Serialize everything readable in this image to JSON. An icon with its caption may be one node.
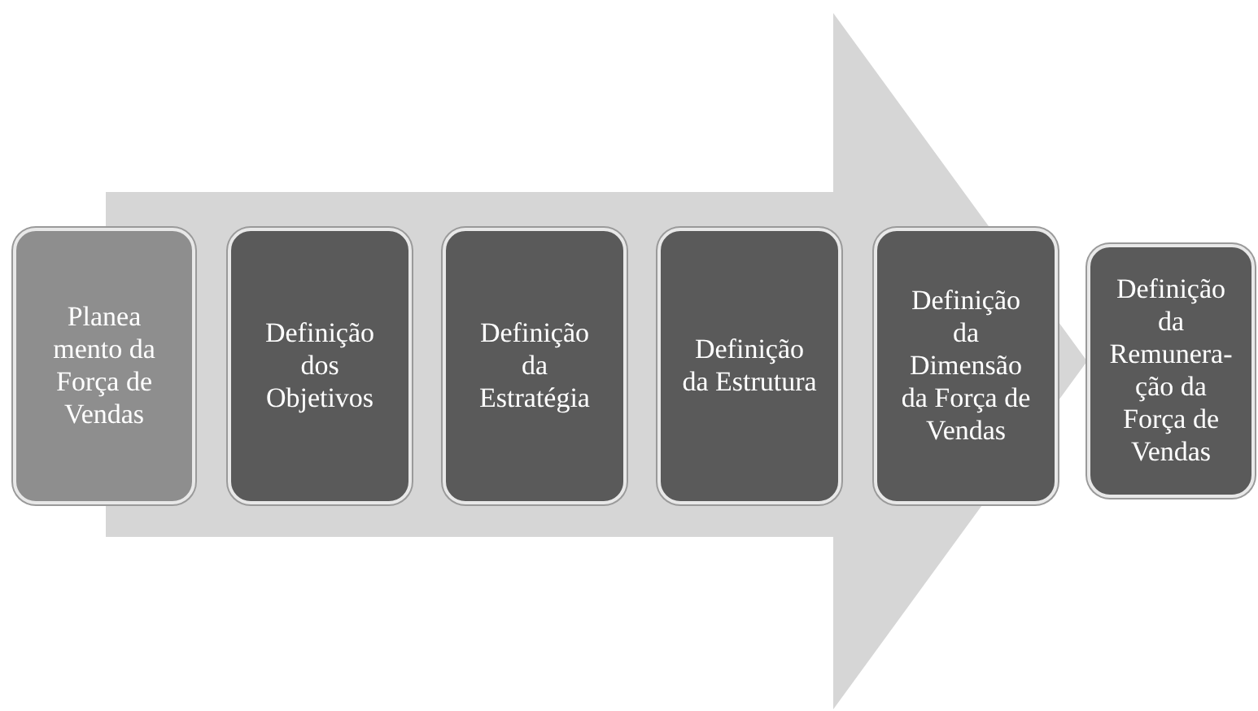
{
  "diagram": {
    "nodes": [
      {
        "text": [
          "Planea mento da Força de Vendas"
        ]
      },
      {
        "text": [
          "Definição dos Objetivos"
        ]
      },
      {
        "text": [
          "Definição da Estratégia"
        ]
      },
      {
        "text": [
          "Definição da Estrutura"
        ]
      },
      {
        "text": [
          "Definição da Dimensão da Força de Vendas"
        ]
      },
      {
        "text": [
          "Definição da Remunera- ção da Força de Vendas"
        ]
      }
    ],
    "edges": [
      {
        "from": 0,
        "to": 5,
        "arrow": "to"
      }
    ]
  }
}
